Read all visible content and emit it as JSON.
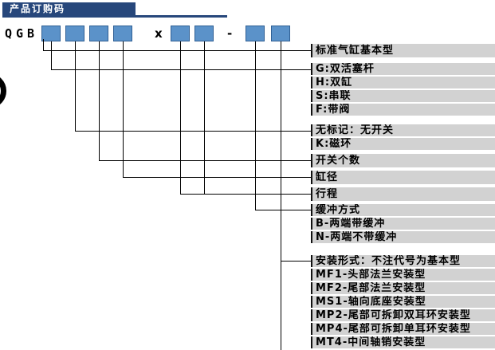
{
  "header": {
    "title": "产品订购码"
  },
  "code": {
    "prefix": "QGB",
    "sep_x": "x",
    "sep_dash": "-",
    "box_count": 8
  },
  "labels": {
    "blocks": [
      {
        "name": "basic-type",
        "rows": [
          "标准气缸基本型"
        ]
      },
      {
        "name": "variants",
        "rows": [
          "G:双活塞杆",
          "H:双缸",
          "S:串联",
          "F:带阀"
        ]
      },
      {
        "name": "switch-mark",
        "rows": [
          "无标记：无开关",
          "K:磁环"
        ]
      },
      {
        "name": "switch-count",
        "rows": [
          "开关个数"
        ]
      },
      {
        "name": "bore",
        "rows": [
          "缸径"
        ]
      },
      {
        "name": "stroke",
        "rows": [
          "行程"
        ]
      },
      {
        "name": "cushion",
        "rows": [
          "缓冲方式",
          "B-两端带缓冲",
          "N-两端不带缓冲"
        ]
      },
      {
        "name": "mounting",
        "rows": [
          "安装形式：不注代号为基本型",
          "MF1-头部法兰安装型",
          "MF2-尾部法兰安装型",
          "MS1-轴向底座安装型",
          "MP2-尾部可拆卸双耳环安装型",
          "MP4-尾部可拆卸单耳环安装型",
          "MT4-中间轴销安装型"
        ]
      }
    ]
  },
  "colors": {
    "header_bg": "#27477b",
    "box_fill": "#5b92c9",
    "box_border": "#2f5f94",
    "strip_bg": "#d2d2d2",
    "line": "#000000",
    "page_bg": "#ffffff"
  }
}
